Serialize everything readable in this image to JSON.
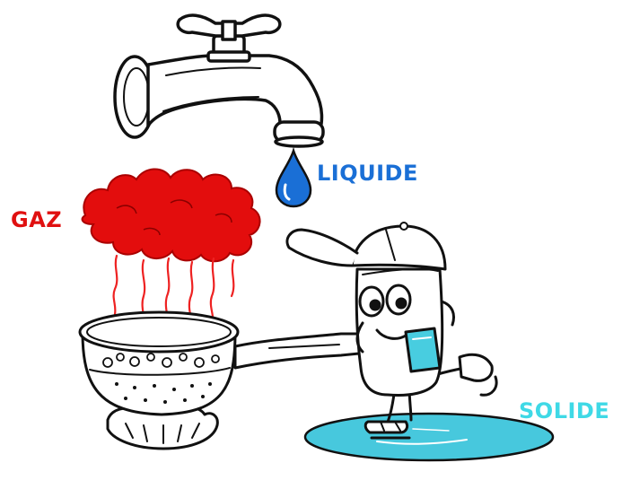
{
  "labels": {
    "liquid": "LIQUIDE",
    "gas": "GAZ",
    "solid": "SOLIDE"
  },
  "colors": {
    "liquid": "#1a6fd6",
    "gas": "#e01010",
    "solid": "#3fd9e6",
    "ice_fill": "#48cde0",
    "puddle": "#47c8dd",
    "outline": "#111111"
  },
  "icons": [
    "water-tap-icon",
    "water-drop-icon",
    "steam-cloud-icon",
    "cooking-pot-icon",
    "ice-cube-character-icon",
    "puddle-icon"
  ]
}
